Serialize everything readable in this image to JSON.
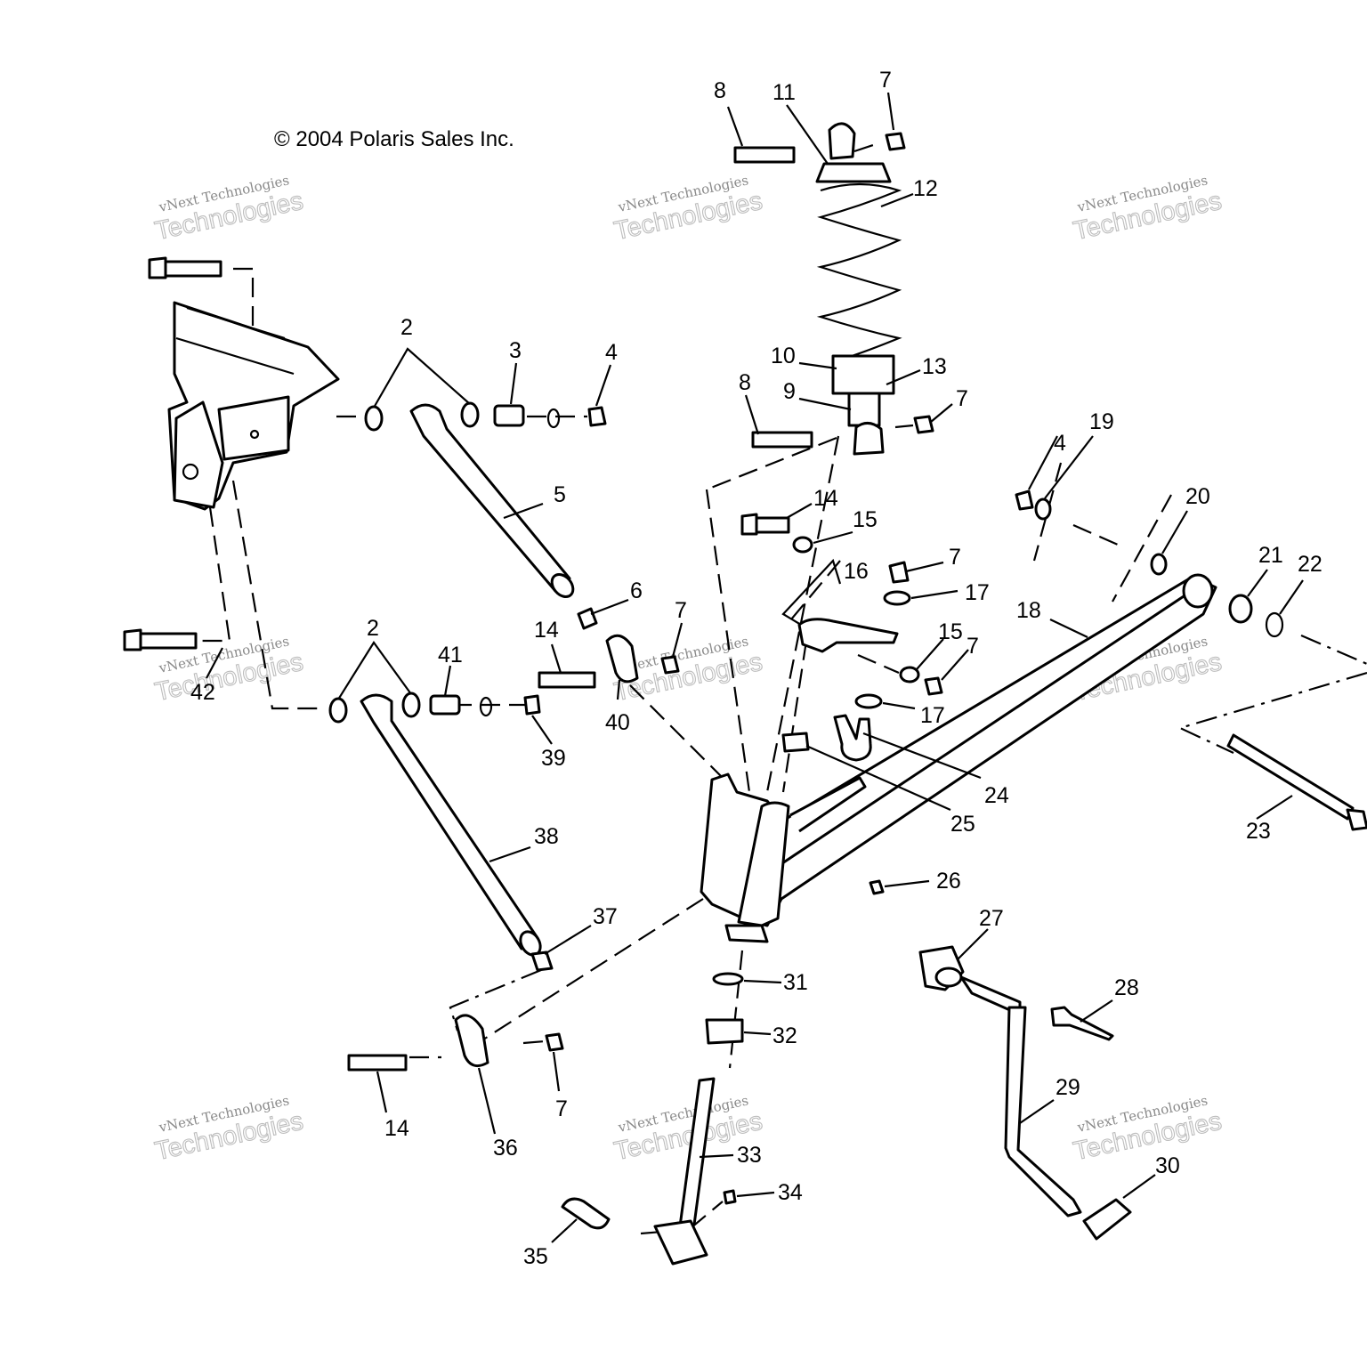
{
  "copyright": "© 2004 Polaris Sales Inc.",
  "watermark": {
    "line1": "vNext Technologies",
    "line2": "Technologies"
  },
  "callouts": [
    {
      "id": "c8a",
      "text": "8"
    },
    {
      "id": "c11",
      "text": "11"
    },
    {
      "id": "c7a",
      "text": "7"
    },
    {
      "id": "c12",
      "text": "12"
    },
    {
      "id": "c10",
      "text": "10"
    },
    {
      "id": "c13",
      "text": "13"
    },
    {
      "id": "c8b",
      "text": "8"
    },
    {
      "id": "c9",
      "text": "9"
    },
    {
      "id": "c7b",
      "text": "7"
    },
    {
      "id": "c2a",
      "text": "2"
    },
    {
      "id": "c3",
      "text": "3"
    },
    {
      "id": "c4a",
      "text": "4"
    },
    {
      "id": "c5",
      "text": "5"
    },
    {
      "id": "c6",
      "text": "6"
    },
    {
      "id": "c7c",
      "text": "7"
    },
    {
      "id": "c14a",
      "text": "14"
    },
    {
      "id": "c40",
      "text": "40"
    },
    {
      "id": "c2b",
      "text": "2"
    },
    {
      "id": "c41",
      "text": "41"
    },
    {
      "id": "c39",
      "text": "39"
    },
    {
      "id": "c42",
      "text": "42"
    },
    {
      "id": "c38",
      "text": "38"
    },
    {
      "id": "c37",
      "text": "37"
    },
    {
      "id": "c14b",
      "text": "14"
    },
    {
      "id": "c15a",
      "text": "15"
    },
    {
      "id": "c16",
      "text": "16"
    },
    {
      "id": "c7d",
      "text": "7"
    },
    {
      "id": "c17a",
      "text": "17"
    },
    {
      "id": "c15b",
      "text": "15"
    },
    {
      "id": "c7e",
      "text": "7"
    },
    {
      "id": "c17b",
      "text": "17"
    },
    {
      "id": "c24",
      "text": "24"
    },
    {
      "id": "c25",
      "text": "25"
    },
    {
      "id": "c26",
      "text": "26"
    },
    {
      "id": "c4b",
      "text": "4"
    },
    {
      "id": "c19",
      "text": "19"
    },
    {
      "id": "c20",
      "text": "20"
    },
    {
      "id": "c18",
      "text": "18"
    },
    {
      "id": "c21",
      "text": "21"
    },
    {
      "id": "c22",
      "text": "22"
    },
    {
      "id": "c23",
      "text": "23"
    },
    {
      "id": "c27",
      "text": "27"
    },
    {
      "id": "c28",
      "text": "28"
    },
    {
      "id": "c29",
      "text": "29"
    },
    {
      "id": "c30",
      "text": "30"
    },
    {
      "id": "c31",
      "text": "31"
    },
    {
      "id": "c32",
      "text": "32"
    },
    {
      "id": "c33",
      "text": "33"
    },
    {
      "id": "c34",
      "text": "34"
    },
    {
      "id": "c35",
      "text": "35"
    },
    {
      "id": "c36",
      "text": "36"
    },
    {
      "id": "c7f",
      "text": "7"
    },
    {
      "id": "c14c",
      "text": "14"
    }
  ]
}
